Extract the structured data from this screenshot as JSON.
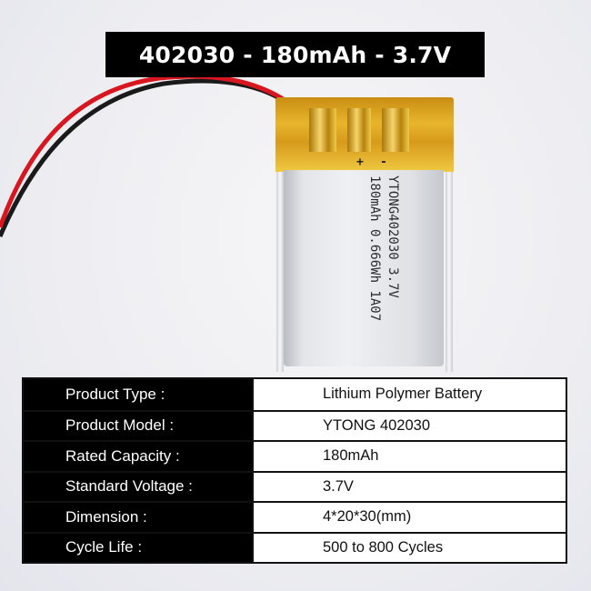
{
  "title": "402030 - 180mAh - 3.7V",
  "battery": {
    "print_line_1": "YTONG402030  3.7V",
    "print_line_2": "180mAh 0.666Wh 1A07",
    "positive_mark": "+",
    "negative_mark": "-"
  },
  "colors": {
    "banner_bg": "#000000",
    "banner_text": "#ffffff",
    "wire_red": "#d8161f",
    "wire_black": "#1a1a1a",
    "tape_gold": "#e2ac28"
  },
  "specs": {
    "rows": [
      {
        "label": "Product Type :",
        "value": "Lithium Polymer Battery"
      },
      {
        "label": "Product Model :",
        "value": "YTONG 402030"
      },
      {
        "label": "Rated Capacity :",
        "value": "180mAh"
      },
      {
        "label": "Standard Voltage :",
        "value": "3.7V"
      },
      {
        "label": "Dimension :",
        "value": "4*20*30(mm)"
      },
      {
        "label": "Cycle Life :",
        "value": "500 to 800 Cycles"
      }
    ]
  }
}
